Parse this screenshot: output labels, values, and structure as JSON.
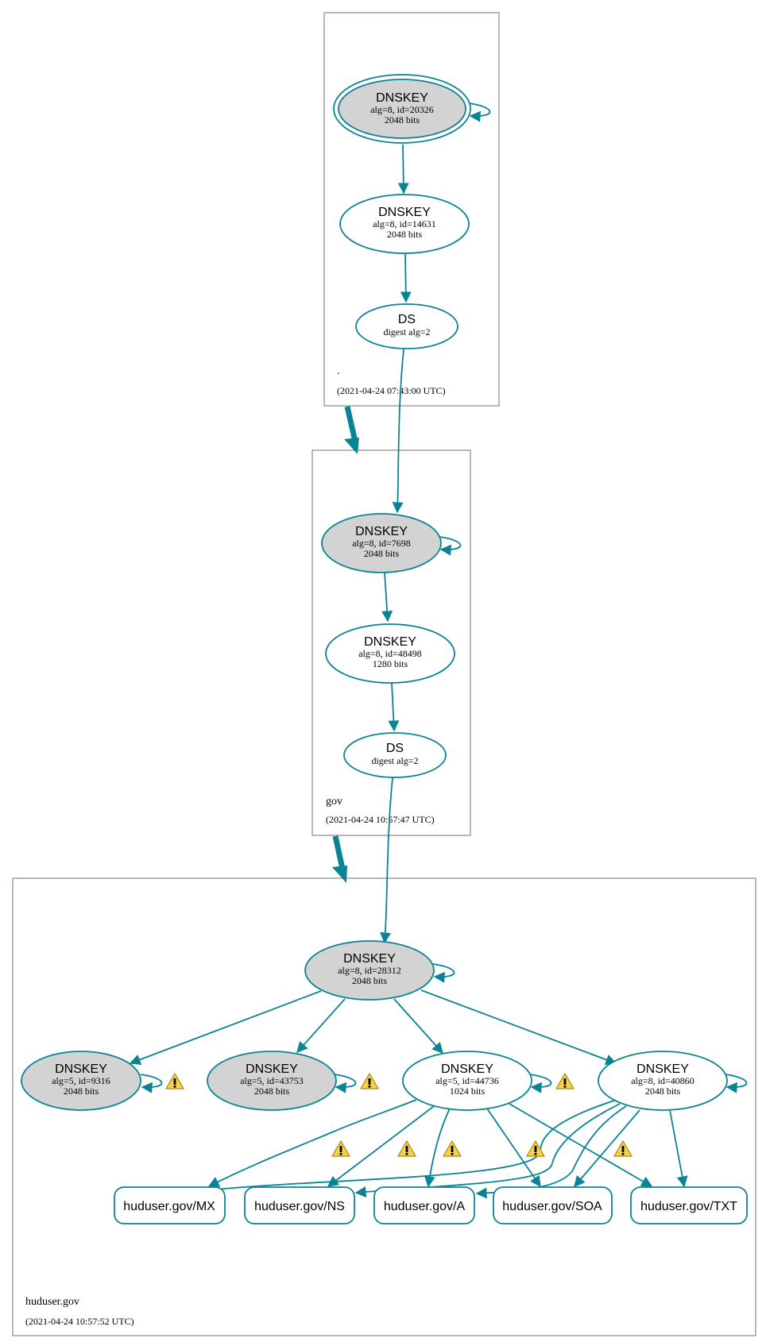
{
  "colors": {
    "edge": "#0a8494",
    "ksk_fill": "#d3d3d3",
    "node_fill": "#ffffff",
    "zone_border": "#707070",
    "warning_fill": "#f6d14a",
    "warning_stroke": "#b89a2c"
  },
  "zones": {
    "root": {
      "name": ".",
      "timestamp": "(2021-04-24 07:43:00 UTC)"
    },
    "gov": {
      "name": "gov",
      "timestamp": "(2021-04-24 10:57:47 UTC)"
    },
    "huduser": {
      "name": "huduser.gov",
      "timestamp": "(2021-04-24 10:57:52 UTC)"
    }
  },
  "nodes": {
    "root_ksk": {
      "title": "DNSKEY",
      "line1": "alg=8, id=20326",
      "line2": "2048 bits"
    },
    "root_zsk": {
      "title": "DNSKEY",
      "line1": "alg=8, id=14631",
      "line2": "2048 bits"
    },
    "root_ds": {
      "title": "DS",
      "line1": "digest alg=2"
    },
    "gov_ksk": {
      "title": "DNSKEY",
      "line1": "alg=8, id=7698",
      "line2": "2048 bits"
    },
    "gov_zsk": {
      "title": "DNSKEY",
      "line1": "alg=8, id=48498",
      "line2": "1280 bits"
    },
    "gov_ds": {
      "title": "DS",
      "line1": "digest alg=2"
    },
    "hud_ksk": {
      "title": "DNSKEY",
      "line1": "alg=8, id=28312",
      "line2": "2048 bits"
    },
    "hud_k9316": {
      "title": "DNSKEY",
      "line1": "alg=5, id=9316",
      "line2": "2048 bits"
    },
    "hud_k43753": {
      "title": "DNSKEY",
      "line1": "alg=5, id=43753",
      "line2": "2048 bits"
    },
    "hud_k44736": {
      "title": "DNSKEY",
      "line1": "alg=5, id=44736",
      "line2": "1024 bits"
    },
    "hud_k40860": {
      "title": "DNSKEY",
      "line1": "alg=8, id=40860",
      "line2": "2048 bits"
    }
  },
  "records": {
    "mx": "huduser.gov/MX",
    "ns": "huduser.gov/NS",
    "a": "huduser.gov/A",
    "soa": "huduser.gov/SOA",
    "txt": "huduser.gov/TXT"
  },
  "icons": {
    "warning": "warning-icon"
  }
}
